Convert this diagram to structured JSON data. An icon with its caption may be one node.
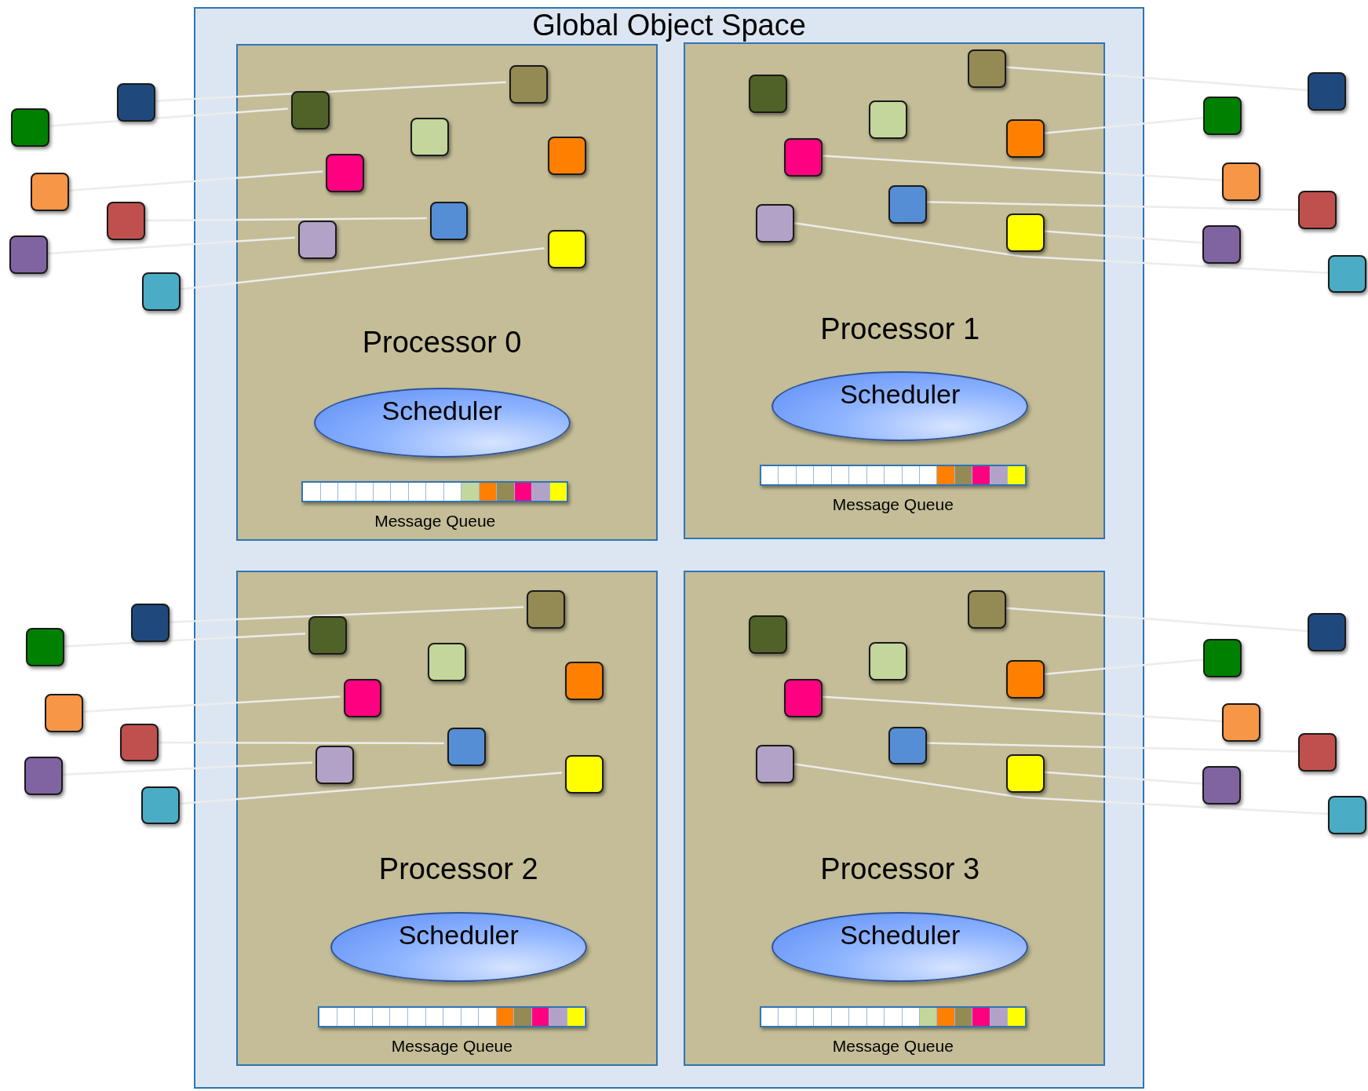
{
  "diagram": {
    "nodes": [
      {
        "text": [
          "Global Object Space"
        ]
      },
      {
        "text": [
          "Processor 0"
        ],
        "in": 0
      },
      {
        "text": [],
        "shape": "box",
        "in": 1
      },
      {
        "text": [],
        "shape": "box",
        "in": 1
      },
      {
        "text": [],
        "shape": "box",
        "in": 1
      },
      {
        "text": [],
        "shape": "box",
        "in": 1
      },
      {
        "text": [],
        "shape": "box",
        "in": 1
      },
      {
        "text": [],
        "shape": "box",
        "in": 1
      },
      {
        "text": [],
        "shape": "box",
        "in": 1
      },
      {
        "text": [],
        "shape": "box",
        "in": 1
      },
      {
        "text": [
          "Scheduler"
        ],
        "in": 1
      },
      {
        "text": [],
        "shape": "bar",
        "in": 1,
        "beside": [
          "Message Queue"
        ]
      },
      {
        "text": [
          "Processor 1"
        ],
        "in": 0
      },
      {
        "text": [],
        "shape": "box",
        "in": 12
      },
      {
        "text": [],
        "shape": "box",
        "in": 12
      },
      {
        "text": [],
        "shape": "box",
        "in": 12
      },
      {
        "text": [],
        "shape": "box",
        "in": 12
      },
      {
        "text": [],
        "shape": "box",
        "in": 12
      },
      {
        "text": [],
        "shape": "box",
        "in": 12
      },
      {
        "text": [],
        "shape": "box",
        "in": 12
      },
      {
        "text": [],
        "shape": "box",
        "in": 12
      },
      {
        "text": [
          "Scheduler"
        ],
        "in": 12
      },
      {
        "text": [],
        "shape": "bar",
        "in": 12,
        "beside": [
          "Message Queue"
        ]
      },
      {
        "text": [
          "Processor 2"
        ],
        "in": 0
      },
      {
        "text": [],
        "shape": "box",
        "in": 23
      },
      {
        "text": [],
        "shape": "box",
        "in": 23
      },
      {
        "text": [],
        "shape": "box",
        "in": 23
      },
      {
        "text": [],
        "shape": "box",
        "in": 23
      },
      {
        "text": [],
        "shape": "box",
        "in": 23
      },
      {
        "text": [],
        "shape": "box",
        "in": 23
      },
      {
        "text": [],
        "shape": "box",
        "in": 23
      },
      {
        "text": [],
        "shape": "box",
        "in": 23
      },
      {
        "text": [
          "Scheduler"
        ],
        "in": 23
      },
      {
        "text": [],
        "shape": "bar",
        "in": 23,
        "beside": [
          "Message Queue"
        ]
      },
      {
        "text": [
          "Processor 3"
        ],
        "in": 0
      },
      {
        "text": [],
        "shape": "box",
        "in": 34
      },
      {
        "text": [],
        "shape": "box",
        "in": 34
      },
      {
        "text": [],
        "shape": "box",
        "in": 34
      },
      {
        "text": [],
        "shape": "box",
        "in": 34
      },
      {
        "text": [],
        "shape": "box",
        "in": 34
      },
      {
        "text": [],
        "shape": "box",
        "in": 34
      },
      {
        "text": [],
        "shape": "box",
        "in": 34
      },
      {
        "text": [],
        "shape": "box",
        "in": 34
      },
      {
        "text": [
          "Scheduler"
        ],
        "in": 34
      },
      {
        "text": [],
        "shape": "bar",
        "in": 34,
        "beside": [
          "Message Queue"
        ]
      },
      {
        "text": [],
        "shape": "box"
      },
      {
        "text": [],
        "shape": "box"
      },
      {
        "text": [],
        "shape": "box"
      },
      {
        "text": [],
        "shape": "box"
      },
      {
        "text": [],
        "shape": "box"
      },
      {
        "text": [],
        "shape": "box"
      },
      {
        "text": [],
        "shape": "box"
      },
      {
        "text": [],
        "shape": "box"
      },
      {
        "text": [],
        "shape": "box"
      },
      {
        "text": [],
        "shape": "box"
      },
      {
        "text": [],
        "shape": "box"
      },
      {
        "text": [],
        "shape": "box"
      },
      {
        "text": [],
        "shape": "box"
      },
      {
        "text": [],
        "shape": "box"
      },
      {
        "text": [],
        "shape": "box"
      },
      {
        "text": [],
        "shape": "box"
      },
      {
        "text": [],
        "shape": "box"
      },
      {
        "text": [],
        "shape": "box"
      },
      {
        "text": [],
        "shape": "box"
      },
      {
        "text": [],
        "shape": "box"
      },
      {
        "text": [],
        "shape": "box"
      },
      {
        "text": [],
        "shape": "box"
      },
      {
        "text": [],
        "shape": "box"
      },
      {
        "text": [],
        "shape": "box"
      }
    ],
    "edges": [
      {
        "from": 2,
        "to": 45,
        "arrow": "none"
      },
      {
        "from": 3,
        "to": 46,
        "arrow": "none"
      },
      {
        "from": 6,
        "to": 47,
        "arrow": "none"
      },
      {
        "from": 7,
        "to": 48,
        "arrow": "none"
      },
      {
        "from": 8,
        "to": 49,
        "arrow": "none"
      },
      {
        "from": 9,
        "to": 50,
        "arrow": "none"
      },
      {
        "from": 13,
        "to": 51,
        "arrow": "none"
      },
      {
        "from": 16,
        "to": 52,
        "arrow": "none"
      },
      {
        "from": 17,
        "to": 53,
        "arrow": "none"
      },
      {
        "from": 18,
        "to": 54,
        "arrow": "none"
      },
      {
        "from": 20,
        "to": 55,
        "arrow": "none"
      },
      {
        "from": 19,
        "to": 56,
        "arrow": "none"
      },
      {
        "from": 24,
        "to": 57,
        "arrow": "none"
      },
      {
        "from": 25,
        "to": 58,
        "arrow": "none"
      },
      {
        "from": 28,
        "to": 59,
        "arrow": "none"
      },
      {
        "from": 29,
        "to": 60,
        "arrow": "none"
      },
      {
        "from": 30,
        "to": 61,
        "arrow": "none"
      },
      {
        "from": 31,
        "to": 62,
        "arrow": "none"
      },
      {
        "from": 35,
        "to": 63,
        "arrow": "none"
      },
      {
        "from": 38,
        "to": 64,
        "arrow": "none"
      },
      {
        "from": 39,
        "to": 65,
        "arrow": "none"
      },
      {
        "from": 40,
        "to": 66,
        "arrow": "none"
      },
      {
        "from": 42,
        "to": 67,
        "arrow": "none"
      },
      {
        "from": 41,
        "to": 68,
        "arrow": "none"
      }
    ]
  }
}
